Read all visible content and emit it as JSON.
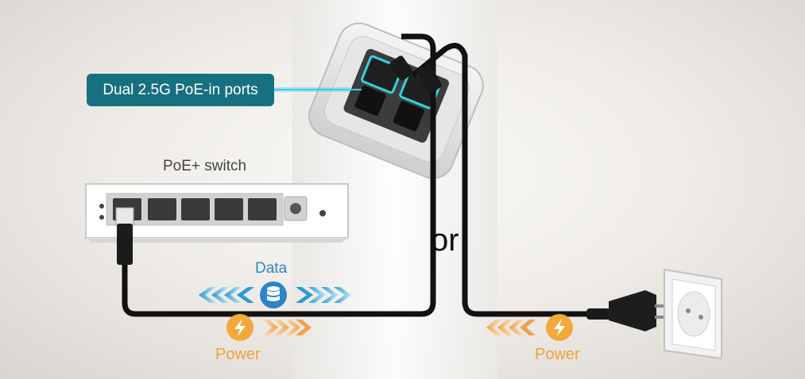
{
  "callout": {
    "ports_label": "Dual 2.5G PoE-in ports"
  },
  "switch": {
    "label": "PoE+ switch"
  },
  "separator": {
    "or_label": "or"
  },
  "flow": {
    "data_label": "Data",
    "power_label_switch": "Power",
    "power_label_outlet": "Power"
  },
  "icons": {
    "data": "database-icon",
    "power": "lightning-bolt-icon",
    "arrows": "chevron-arrows-icon"
  },
  "colors": {
    "callout_bg": "#17707f",
    "data_blue": "#2b86c5",
    "power_orange": "#eea23a",
    "cable": "#111111"
  }
}
